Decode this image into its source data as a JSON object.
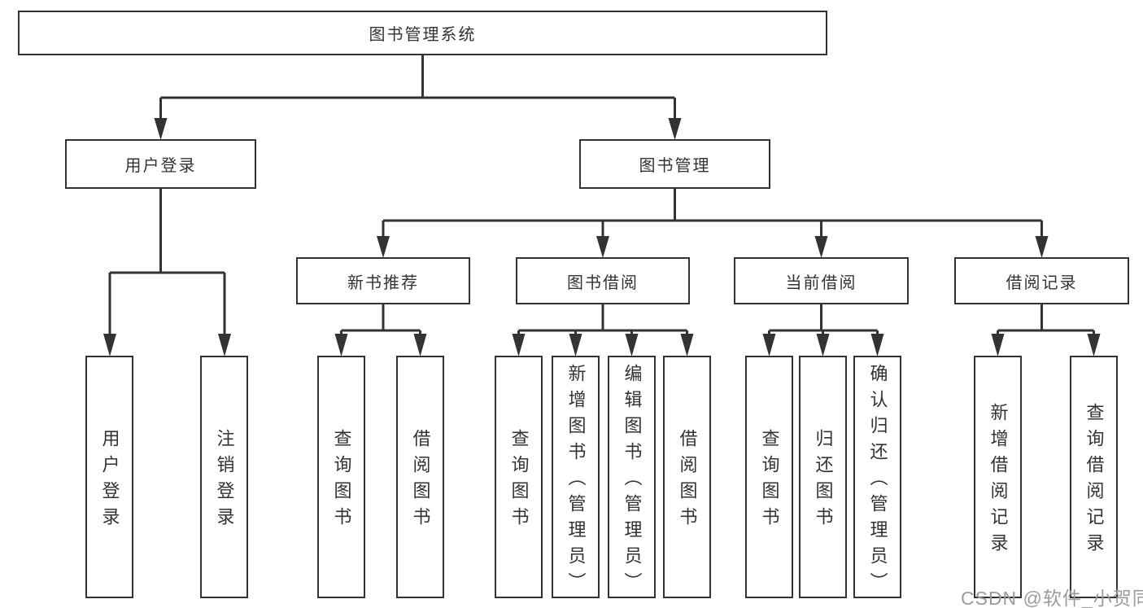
{
  "root": {
    "label": "图书管理系统"
  },
  "user_login": {
    "label": "用户登录",
    "children": [
      {
        "label": "用户登录"
      },
      {
        "label": "注销登录"
      }
    ]
  },
  "book_mgmt": {
    "label": "图书管理",
    "sections": [
      {
        "label": "新书推荐",
        "children": [
          {
            "label": "查询图书"
          },
          {
            "label": "借阅图书"
          }
        ]
      },
      {
        "label": "图书借阅",
        "children": [
          {
            "label": "查询图书"
          },
          {
            "label": "新增图书（管理员）"
          },
          {
            "label": "编辑图书（管理员）"
          },
          {
            "label": "借阅图书"
          }
        ]
      },
      {
        "label": "当前借阅",
        "children": [
          {
            "label": "查询图书"
          },
          {
            "label": "归还图书"
          },
          {
            "label": "确认归还（管理员）"
          }
        ]
      },
      {
        "label": "借阅记录",
        "children": [
          {
            "label": "新增借阅记录"
          },
          {
            "label": "查询借阅记录"
          }
        ]
      }
    ]
  },
  "watermark": "CSDN @软件_小贺同学",
  "colors": {
    "line": "#333333",
    "text": "#333333",
    "watermark": "#9b9b9b",
    "background": "#ffffff"
  }
}
